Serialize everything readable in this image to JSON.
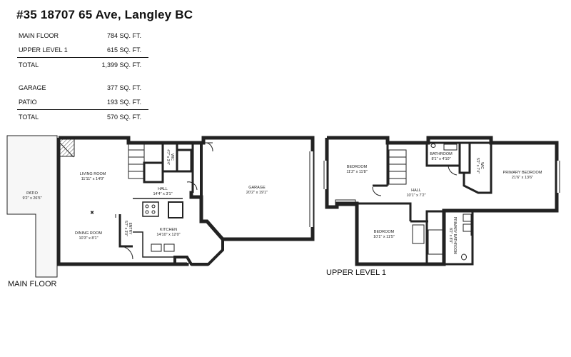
{
  "title": "#35  18707 65 Ave, Langley BC",
  "areas": {
    "living": [
      {
        "label": "MAIN FLOOR",
        "value": "784 SQ. FT."
      },
      {
        "label": "UPPER LEVEL 1",
        "value": "615 SQ. FT."
      }
    ],
    "living_total": {
      "label": "TOTAL",
      "value": "1,399 SQ. FT."
    },
    "other": [
      {
        "label": "GARAGE",
        "value": "377 SQ. FT."
      },
      {
        "label": "PATIO",
        "value": "193 SQ. FT."
      }
    ],
    "other_total": {
      "label": "TOTAL",
      "value": "570 SQ. FT."
    }
  },
  "main_floor": {
    "label": "MAIN FLOOR",
    "patio": {
      "name": "PATIO",
      "dims": "9'2\" x 26'5\""
    },
    "living_room": {
      "name": "LIVING ROOM",
      "dims": "11'11\" x 14'0\""
    },
    "hall": {
      "name": "HALL",
      "dims": "14'4\" x 3'1\""
    },
    "wic": {
      "name": "WIC",
      "dims": "4'7\" x 3'4\""
    },
    "garage": {
      "name": "GARAGE",
      "dims": "20'2\" x 19'1\""
    },
    "dining_room": {
      "name": "DINING ROOM",
      "dims": "10'3\" x 8'1\""
    },
    "entry": {
      "name": "ENTRY",
      "dims": "5'7\" x 3'0\""
    },
    "kitchen": {
      "name": "KITCHEN",
      "dims": "14'10\" x 12'0\""
    }
  },
  "upper_level": {
    "label": "UPPER LEVEL 1",
    "bedroom_1": {
      "name": "BEDROOM",
      "dims": "11'2\" x 11'8\""
    },
    "bathroom": {
      "name": "BATHROOM",
      "dims": "8'1\" x 4'10\""
    },
    "wic": {
      "name": "WIC",
      "dims": "5'2\" x 7'4\""
    },
    "primary_bedroom": {
      "name": "PRIMARY BEDROOM",
      "dims": "21'6\" x 13'6\""
    },
    "hall": {
      "name": "HALL",
      "dims": "10'1\" x 7'2\""
    },
    "bedroom_2": {
      "name": "BEDROOM",
      "dims": "10'1\" x 11'5\""
    },
    "primary_bathroom": {
      "name": "PRIMARY BATHROOM",
      "dims": "8'2\" x 8'9\""
    }
  }
}
